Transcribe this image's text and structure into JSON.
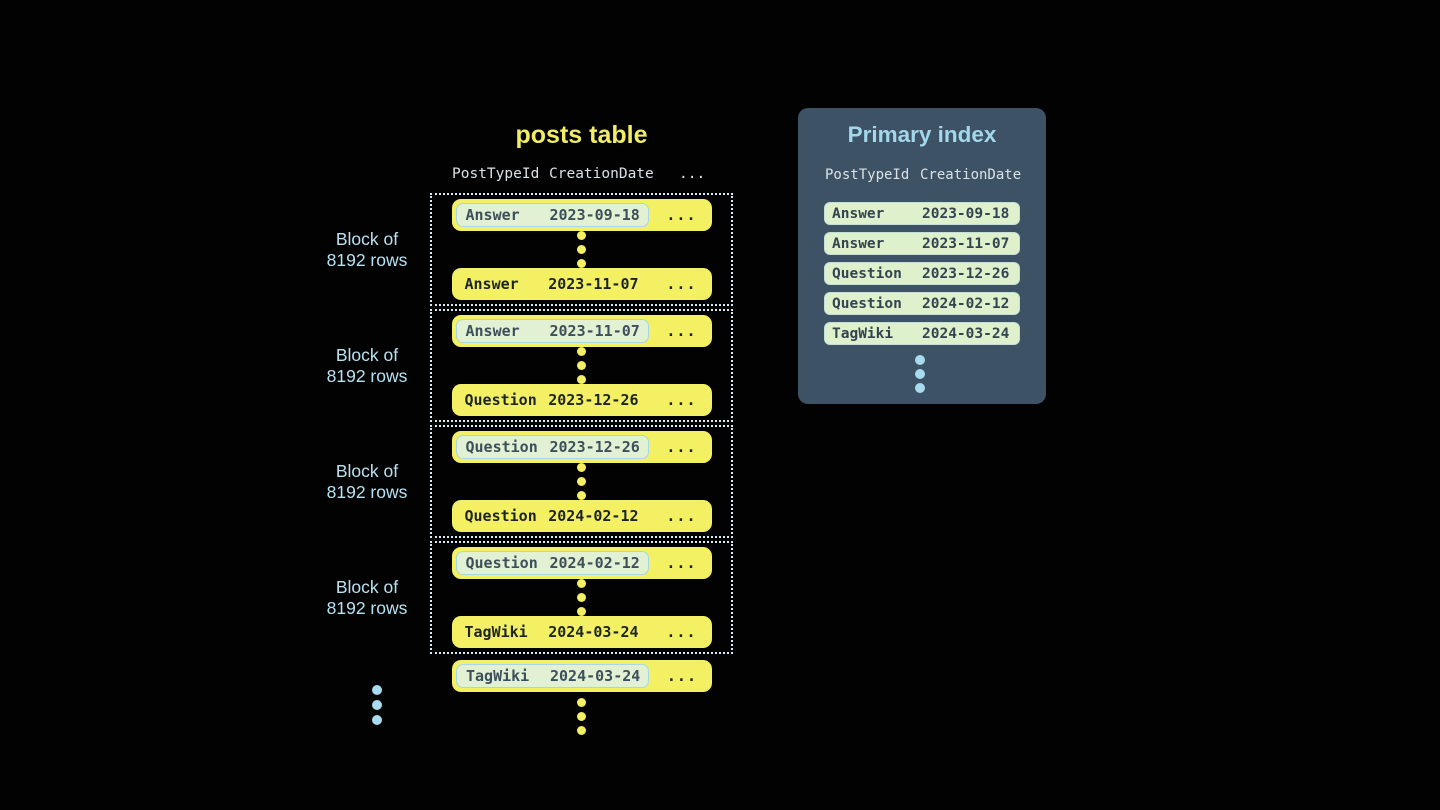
{
  "posts_table": {
    "title": "posts table",
    "header": {
      "col_type": "PostTypeId",
      "col_date": "CreationDate",
      "col_more": "..."
    },
    "ellipsis": "...",
    "block_label": {
      "line1": "Block of",
      "line2": "8192 rows"
    },
    "blocks": [
      {
        "first": {
          "type": "Answer",
          "date": "2023-09-18"
        },
        "last": {
          "type": "Answer",
          "date": "2023-11-07"
        }
      },
      {
        "first": {
          "type": "Answer",
          "date": "2023-11-07"
        },
        "last": {
          "type": "Question",
          "date": "2023-12-26"
        }
      },
      {
        "first": {
          "type": "Question",
          "date": "2023-12-26"
        },
        "last": {
          "type": "Question",
          "date": "2024-02-12"
        }
      },
      {
        "first": {
          "type": "Question",
          "date": "2024-02-12"
        },
        "last": {
          "type": "TagWiki",
          "date": "2024-03-24"
        }
      }
    ],
    "overflow_row": {
      "type": "TagWiki",
      "date": "2024-03-24"
    }
  },
  "primary_index": {
    "title": "Primary index",
    "header": {
      "col_type": "PostTypeId",
      "col_date": "CreationDate"
    },
    "rows": [
      {
        "type": "Answer",
        "date": "2023-09-18"
      },
      {
        "type": "Answer",
        "date": "2023-11-07"
      },
      {
        "type": "Question",
        "date": "2023-12-26"
      },
      {
        "type": "Question",
        "date": "2024-02-12"
      },
      {
        "type": "TagWiki",
        "date": "2024-03-24"
      }
    ]
  },
  "colors": {
    "background": "#020202",
    "row_yellow": "#f4f063",
    "row_text_dark": "#1d2428",
    "highlight_fill": "#e2f1d4",
    "highlight_border": "#a6d7e8",
    "highlight_text": "#3d4f5b",
    "index_row_fill": "#dff0cc",
    "index_row_border": "#c2e0d6",
    "index_row_text": "#33434f",
    "panel_bg": "#3d5264",
    "panel_title": "#a3d7eb",
    "table_title": "#f1ee66",
    "header_text": "#dbe2e6",
    "label_blue": "#b8e2f2",
    "dot_blue": "#a7dbee",
    "dotted_border": "#d4ecf6"
  }
}
